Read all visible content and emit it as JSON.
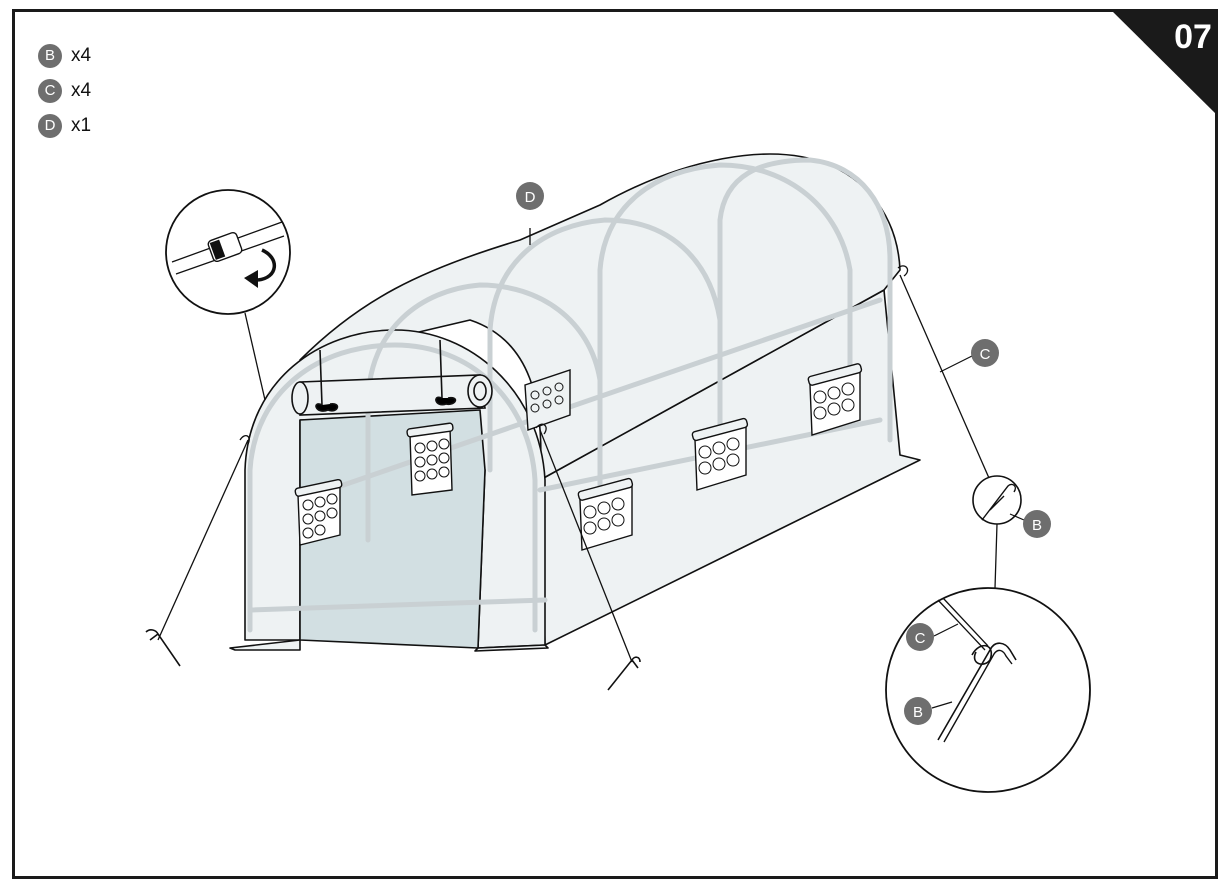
{
  "step": {
    "number": "07"
  },
  "parts": [
    {
      "letter": "B",
      "qty": "x4"
    },
    {
      "letter": "C",
      "qty": "x4"
    },
    {
      "letter": "D",
      "qty": "x1"
    }
  ],
  "callouts": {
    "cover": "D",
    "rope": "C",
    "peg": "B",
    "detail_rope": "C",
    "detail_peg": "B"
  },
  "colors": {
    "frame": "#1a1a1a",
    "badge": "#6e6e6e",
    "cover_fill": "#eef2f3",
    "door_fill": "#d2dfe2",
    "pipe": "#c9d0d3",
    "line": "#111111"
  }
}
